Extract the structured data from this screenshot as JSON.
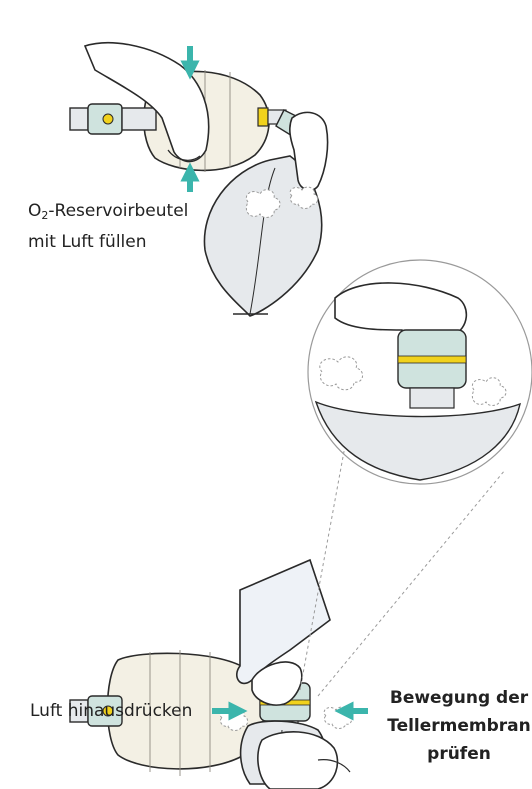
{
  "labels": {
    "fill": {
      "line1_prefix": "O",
      "line1_sub": "2",
      "line1_suffix": "-Reservoirbeutel",
      "line2": "mit Luft füllen"
    },
    "check": {
      "line1": "Bewegung der",
      "line2": "Tellermembran",
      "line3": "prüfen"
    },
    "push": {
      "text": "Luft hinausdrücken"
    }
  },
  "colors": {
    "arrow": "#3bb5ac",
    "outline": "#2a2a2a",
    "bag_fill": "#f3f0e4",
    "reservoir_fill": "#e6e9ec",
    "valve_fill": "#cfe3de",
    "valve_yellow": "#f1d21c",
    "skin": "#ffffff",
    "cuff": "#eef2f7"
  },
  "icons": [
    "squeeze-arrow-icon",
    "hand-icon",
    "air-puff-icon"
  ]
}
